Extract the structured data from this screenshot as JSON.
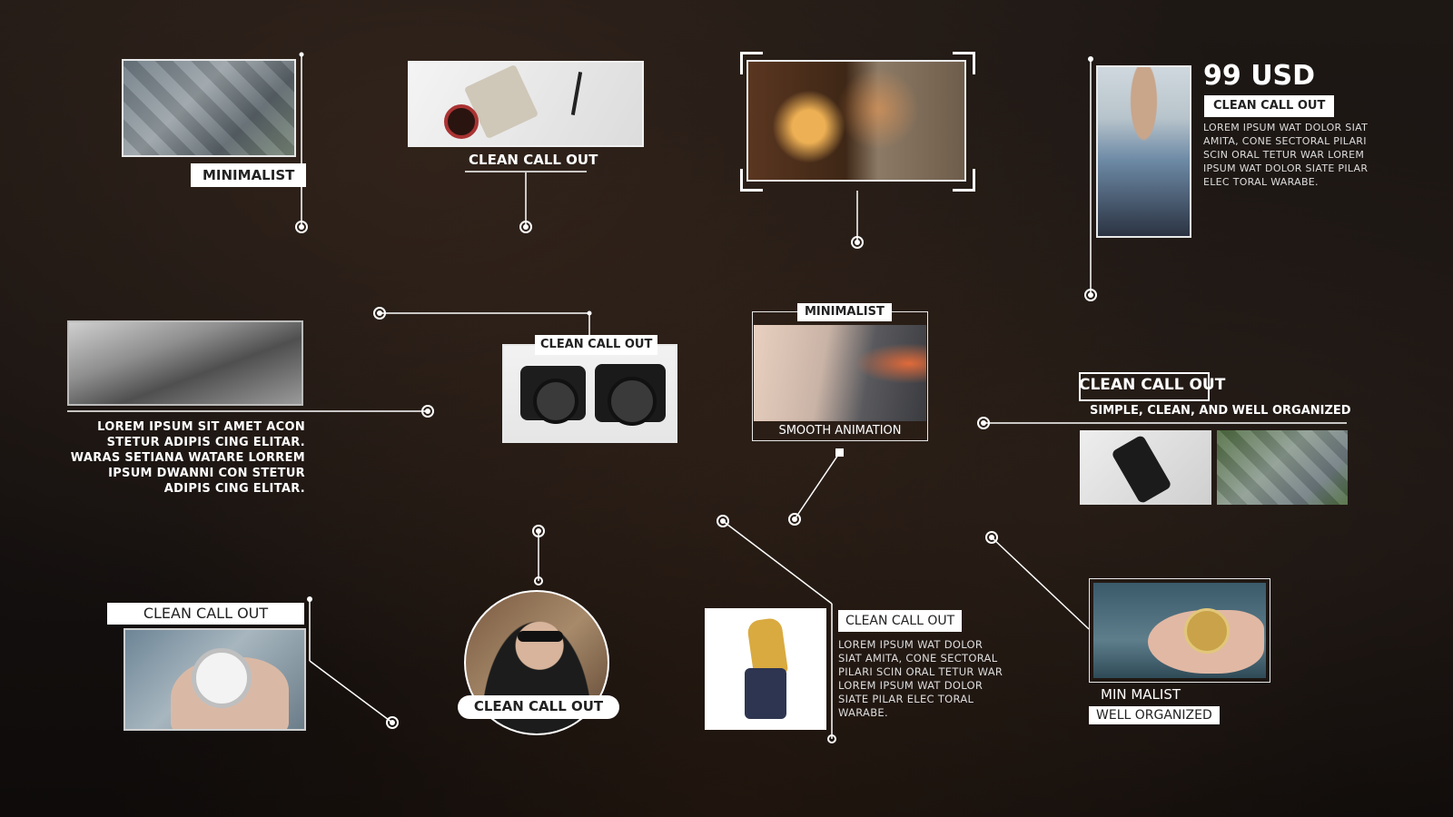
{
  "callouts": {
    "c1": {
      "label": "MINIMALIST"
    },
    "c2": {
      "label": "CLEAN CALL OUT"
    },
    "c4": {
      "price": "99 USD",
      "label": "CLEAN CALL OUT",
      "text": "LOREM IPSUM WAT DOLOR SIAT AMITA, CONE SECTORAL  PILARI SCIN ORAL TETUR WAR LOREM IPSUM WAT DOLOR SIATE PILAR ELEC TORAL  WARABE."
    },
    "c5": {
      "text": "LOREM IPSUM SIT AMET ACON STETUR ADIPIS CING ELITAR. WARAS SETIANA WATARE LORREM IPSUM DWANNI CON STETUR ADIPIS CING ELITAR."
    },
    "c6": {
      "label": "CLEAN CALL OUT"
    },
    "c7": {
      "top_label": "MINIMALIST",
      "bottom_label": "SMOOTH ANIMATION"
    },
    "c8": {
      "title": "CLEAN CALL OUT",
      "subtitle": "SIMPLE, CLEAN, AND WELL ORGANIZED"
    },
    "c9": {
      "label": "CLEAN CALL OUT"
    },
    "c10": {
      "label": "CLEAN CALL OUT"
    },
    "c11": {
      "label": "CLEAN CALL OUT",
      "text": "LOREM IPSUM WAT DOLOR SIAT AMITA, CONE SECTORAL  PILARI SCIN ORAL TETUR WAR LOREM IPSUM WAT DOLOR SIATE PILAR ELEC TORAL  WARABE."
    },
    "c12": {
      "label1": "MIN MALIST",
      "label2": "WELL ORGANIZED"
    }
  },
  "colors": {
    "line": "#ffffff",
    "tag_bg": "#ffffff",
    "tag_text": "#222222"
  }
}
